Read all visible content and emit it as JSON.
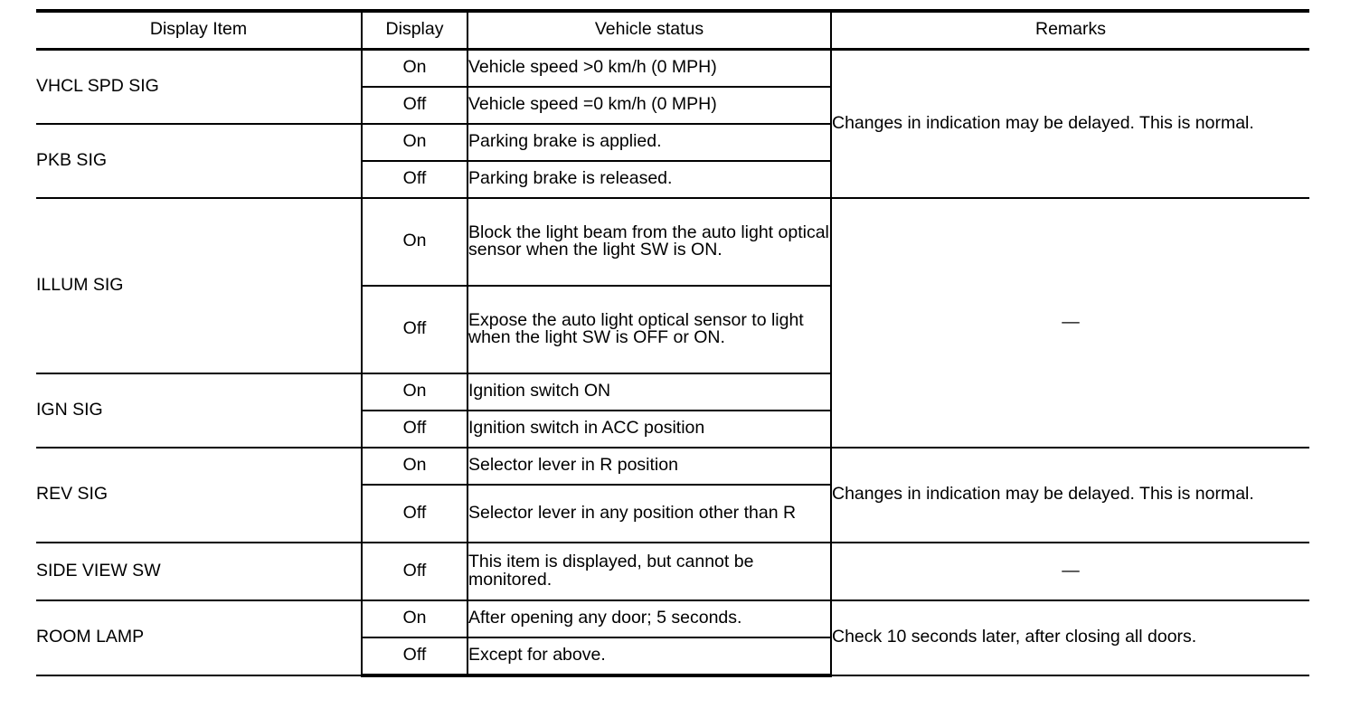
{
  "table": {
    "headers": {
      "display_item": "Display Item",
      "display": "Display",
      "vehicle_status": "Vehicle status",
      "remarks": "Remarks"
    },
    "groups": [
      {
        "item": "VHCL SPD SIG",
        "rows": [
          {
            "display": "On",
            "status": "Vehicle speed >0 km/h (0 MPH)"
          },
          {
            "display": "Off",
            "status": "Vehicle speed =0 km/h (0 MPH)"
          }
        ]
      },
      {
        "item": "PKB SIG",
        "rows": [
          {
            "display": "On",
            "status": "Parking brake is applied."
          },
          {
            "display": "Off",
            "status": "Parking brake is released."
          }
        ]
      },
      {
        "item": "ILLUM SIG",
        "rows": [
          {
            "display": "On",
            "status": "Block the light beam from the auto light optical sensor when the light SW is ON."
          },
          {
            "display": "Off",
            "status": "Expose the auto light optical sensor to light when the light SW is OFF or ON."
          }
        ]
      },
      {
        "item": "IGN SIG",
        "rows": [
          {
            "display": "On",
            "status": "Ignition switch ON"
          },
          {
            "display": "Off",
            "status": "Ignition switch in ACC position"
          }
        ]
      },
      {
        "item": "REV SIG",
        "rows": [
          {
            "display": "On",
            "status": "Selector lever in R position"
          },
          {
            "display": "Off",
            "status": "Selector lever in any position other than R"
          }
        ]
      },
      {
        "item": "SIDE VIEW SW",
        "rows": [
          {
            "display": "Off",
            "status": "This item is displayed, but cannot be monitored."
          }
        ]
      },
      {
        "item": "ROOM LAMP",
        "rows": [
          {
            "display": "On",
            "status": "After opening any door; 5 seconds."
          },
          {
            "display": "Off",
            "status": "Except for above."
          }
        ]
      }
    ],
    "remarks": {
      "speed_pkb": "Changes in indication may be delayed. This is normal.",
      "illum_ign": "—",
      "rev": "Changes in indication may be delayed. This is normal.",
      "side_view": "—",
      "room_lamp": "Check 10 seconds later, after closing all doors."
    }
  }
}
